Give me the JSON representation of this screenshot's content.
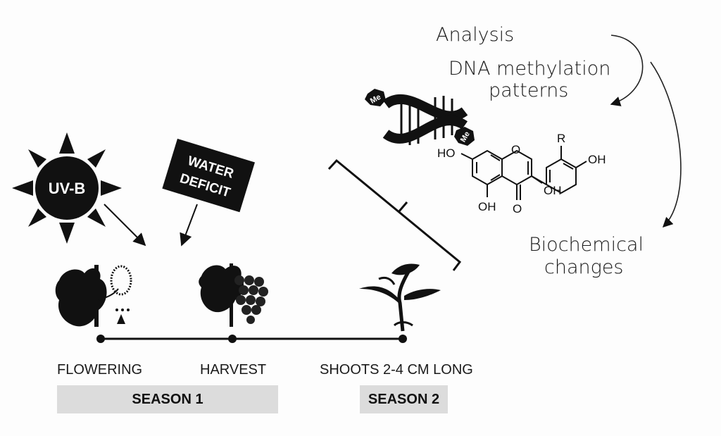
{
  "annotations": {
    "analysis": "Analysis",
    "dna_line1": "DNA methylation",
    "dna_line2": "patterns",
    "biochem_line1": "Biochemical",
    "biochem_line2": "changes"
  },
  "stressors": {
    "uvb": "UV-B",
    "water_line1": "WATER",
    "water_line2": "DEFICIT"
  },
  "molecule": {
    "r": "R",
    "oh_top": "OH",
    "ho_left": "HO",
    "o_ring": "O",
    "oh_mid": "OH",
    "o_keto": "O",
    "oh_bottom": "OH"
  },
  "dna": {
    "me_label": "Me"
  },
  "timeline": {
    "stages": [
      "FLOWERING",
      "HARVEST",
      "SHOOTS 2-4 CM LONG"
    ],
    "seasons": [
      "SEASON 1",
      "SEASON 2"
    ]
  },
  "colors": {
    "ink": "#111111",
    "season_bg": "#dcdcdc",
    "background": "#fdfdfd"
  }
}
